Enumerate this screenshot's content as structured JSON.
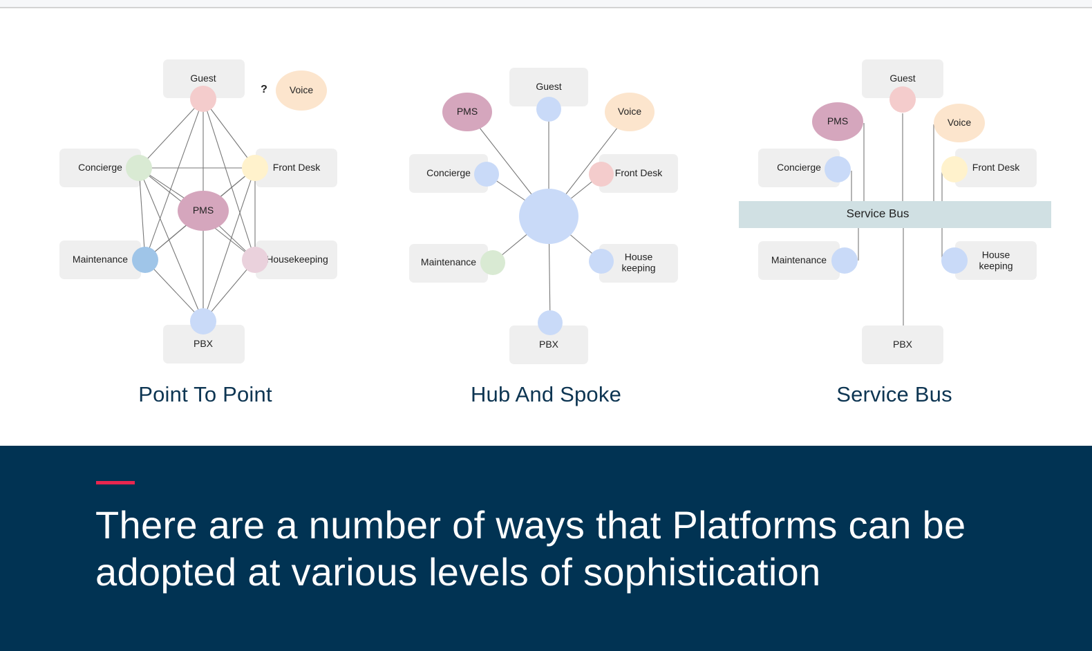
{
  "colors": {
    "box": "#efefef",
    "line": "#777777",
    "pms": "#d5a6bd",
    "voice": "#fce5cd",
    "guest_pink": "#f4cccc",
    "concierge_green": "#d9ead3",
    "frontdesk_yellow": "#fff2cc",
    "maintenance_blue": "#9fc5e8",
    "housekeeping_pink": "#ead1dc",
    "light_blue": "#c9daf8",
    "bus": "#d0e0e3",
    "caption": "#0d3552",
    "band": "#013353",
    "accent": "#e8264f"
  },
  "diagrams": [
    {
      "id": "point-to-point",
      "caption": "Point To Point",
      "question_mark": "?",
      "boxes": [
        {
          "key": "guest",
          "label": "Guest"
        },
        {
          "key": "concierge",
          "label": "Concierge"
        },
        {
          "key": "frontdesk",
          "label": "Front Desk"
        },
        {
          "key": "maintenance",
          "label": "Maintenance"
        },
        {
          "key": "housekeeping",
          "label": "Housekeeping"
        },
        {
          "key": "pbx",
          "label": "PBX"
        }
      ],
      "bubbles": [
        {
          "key": "pms",
          "label": "PMS"
        },
        {
          "key": "voice",
          "label": "Voice"
        }
      ],
      "connections": [
        [
          "guest",
          "concierge"
        ],
        [
          "guest",
          "frontdesk"
        ],
        [
          "guest",
          "maintenance"
        ],
        [
          "guest",
          "housekeeping"
        ],
        [
          "guest",
          "pbx"
        ],
        [
          "concierge",
          "frontdesk"
        ],
        [
          "concierge",
          "maintenance"
        ],
        [
          "concierge",
          "pms"
        ],
        [
          "concierge",
          "pbx"
        ],
        [
          "concierge",
          "housekeeping"
        ],
        [
          "frontdesk",
          "housekeeping"
        ],
        [
          "frontdesk",
          "maintenance"
        ],
        [
          "frontdesk",
          "pms"
        ],
        [
          "frontdesk",
          "pbx"
        ],
        [
          "maintenance",
          "pms"
        ],
        [
          "maintenance",
          "pbx"
        ],
        [
          "housekeeping",
          "pms"
        ],
        [
          "housekeeping",
          "pbx"
        ],
        [
          "pms",
          "pbx"
        ]
      ]
    },
    {
      "id": "hub-and-spoke",
      "caption": "Hub And Spoke",
      "boxes": [
        {
          "key": "guest",
          "label": "Guest"
        },
        {
          "key": "concierge",
          "label": "Concierge"
        },
        {
          "key": "frontdesk",
          "label": "Front Desk"
        },
        {
          "key": "maintenance",
          "label": "Maintenance"
        },
        {
          "key": "housekeeping",
          "label": "House\nkeeping"
        },
        {
          "key": "pbx",
          "label": "PBX"
        }
      ],
      "bubbles": [
        {
          "key": "pms",
          "label": "PMS"
        },
        {
          "key": "voice",
          "label": "Voice"
        }
      ],
      "hub_label": "",
      "connections": [
        [
          "hub",
          "pms"
        ],
        [
          "hub",
          "guest"
        ],
        [
          "hub",
          "voice"
        ],
        [
          "hub",
          "concierge"
        ],
        [
          "hub",
          "frontdesk"
        ],
        [
          "hub",
          "maintenance"
        ],
        [
          "hub",
          "housekeeping"
        ],
        [
          "hub",
          "pbx"
        ]
      ]
    },
    {
      "id": "service-bus",
      "caption": "Service Bus",
      "bus_label": "Service Bus",
      "boxes": [
        {
          "key": "guest",
          "label": "Guest"
        },
        {
          "key": "concierge",
          "label": "Concierge"
        },
        {
          "key": "frontdesk",
          "label": "Front Desk"
        },
        {
          "key": "maintenance",
          "label": "Maintenance"
        },
        {
          "key": "housekeeping",
          "label": "House\nkeeping"
        },
        {
          "key": "pbx",
          "label": "PBX"
        }
      ],
      "bubbles": [
        {
          "key": "pms",
          "label": "PMS"
        },
        {
          "key": "voice",
          "label": "Voice"
        }
      ],
      "connections": [
        [
          "bus",
          "guest"
        ],
        [
          "bus",
          "pms"
        ],
        [
          "bus",
          "voice"
        ],
        [
          "bus",
          "concierge"
        ],
        [
          "bus",
          "frontdesk"
        ],
        [
          "bus",
          "maintenance"
        ],
        [
          "bus",
          "housekeeping"
        ],
        [
          "bus",
          "pbx"
        ]
      ]
    }
  ],
  "headline": {
    "line1": "There are a number of ways that Platforms can be",
    "line2": "adopted at various levels of sophistication"
  }
}
